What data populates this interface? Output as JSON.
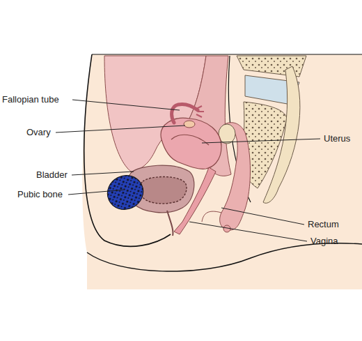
{
  "diagram": {
    "labels": [
      "Fallopian tube",
      "Ovary",
      "Bladder",
      "Pubic bone",
      "Uterus",
      "Rectum",
      "Vagina"
    ]
  }
}
